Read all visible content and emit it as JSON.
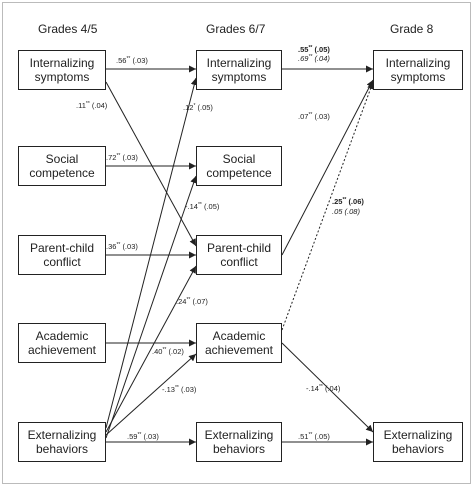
{
  "headers": {
    "col1": "Grades 4/5",
    "col2": "Grades 6/7",
    "col3": "Grade 8"
  },
  "boxes": {
    "int45": [
      "Internalizing",
      "symptoms"
    ],
    "soc45": [
      "Social",
      "competence"
    ],
    "par45": [
      "Parent-child",
      "conflict"
    ],
    "aca45": [
      "Academic",
      "achievement"
    ],
    "ext45": [
      "Externalizing",
      "behaviors"
    ],
    "int67": [
      "Internalizing",
      "symptoms"
    ],
    "soc67": [
      "Social",
      "competence"
    ],
    "par67": [
      "Parent-child",
      "conflict"
    ],
    "aca67": [
      "Academic",
      "achievement"
    ],
    "ext67": [
      "Externalizing",
      "behaviors"
    ],
    "int8": [
      "Internalizing",
      "symptoms"
    ],
    "ext8": [
      "Externalizing",
      "behaviors"
    ]
  },
  "paths": [
    {
      "id": "p1",
      "text": ".56",
      "sup": "**",
      "se": "(.03)"
    },
    {
      "id": "p2",
      "text": ".11",
      "sup": "**",
      "se": "(.04)"
    },
    {
      "id": "p3",
      "text": ".12",
      "sup": "*",
      "se": "(.05)"
    },
    {
      "id": "p4",
      "text": ".72",
      "sup": "**",
      "se": "(.03)"
    },
    {
      "id": "p5",
      "text": "-.14",
      "sup": "**",
      "se": "(.05)"
    },
    {
      "id": "p6",
      "text": ".36",
      "sup": "**",
      "se": "(.03)"
    },
    {
      "id": "p7",
      "text": ".24",
      "sup": "**",
      "se": "(.07)"
    },
    {
      "id": "p8",
      "text": ".40",
      "sup": "**",
      "se": "(.02)"
    },
    {
      "id": "p9",
      "text": "-.13",
      "sup": "**",
      "se": "(.03)"
    },
    {
      "id": "p10",
      "text": ".59",
      "sup": "**",
      "se": "(.03)"
    },
    {
      "id": "p11",
      "text": ".55",
      "sup": "**",
      "se": "(.05)"
    },
    {
      "id": "p12",
      "text": ".69",
      "sup": "**",
      "se": "(.04)"
    },
    {
      "id": "p13",
      "text": ".07",
      "sup": "**",
      "se": "(.03)"
    },
    {
      "id": "p14",
      "text": ".25",
      "sup": "**",
      "se": "(.06)"
    },
    {
      "id": "p15",
      "text": ".05",
      "sup": "",
      "se": "(.08)"
    },
    {
      "id": "p16",
      "text": "-.14",
      "sup": "**",
      "se": "(.04)"
    },
    {
      "id": "p17",
      "text": ".51",
      "sup": "**",
      "se": "(.05)"
    }
  ]
}
